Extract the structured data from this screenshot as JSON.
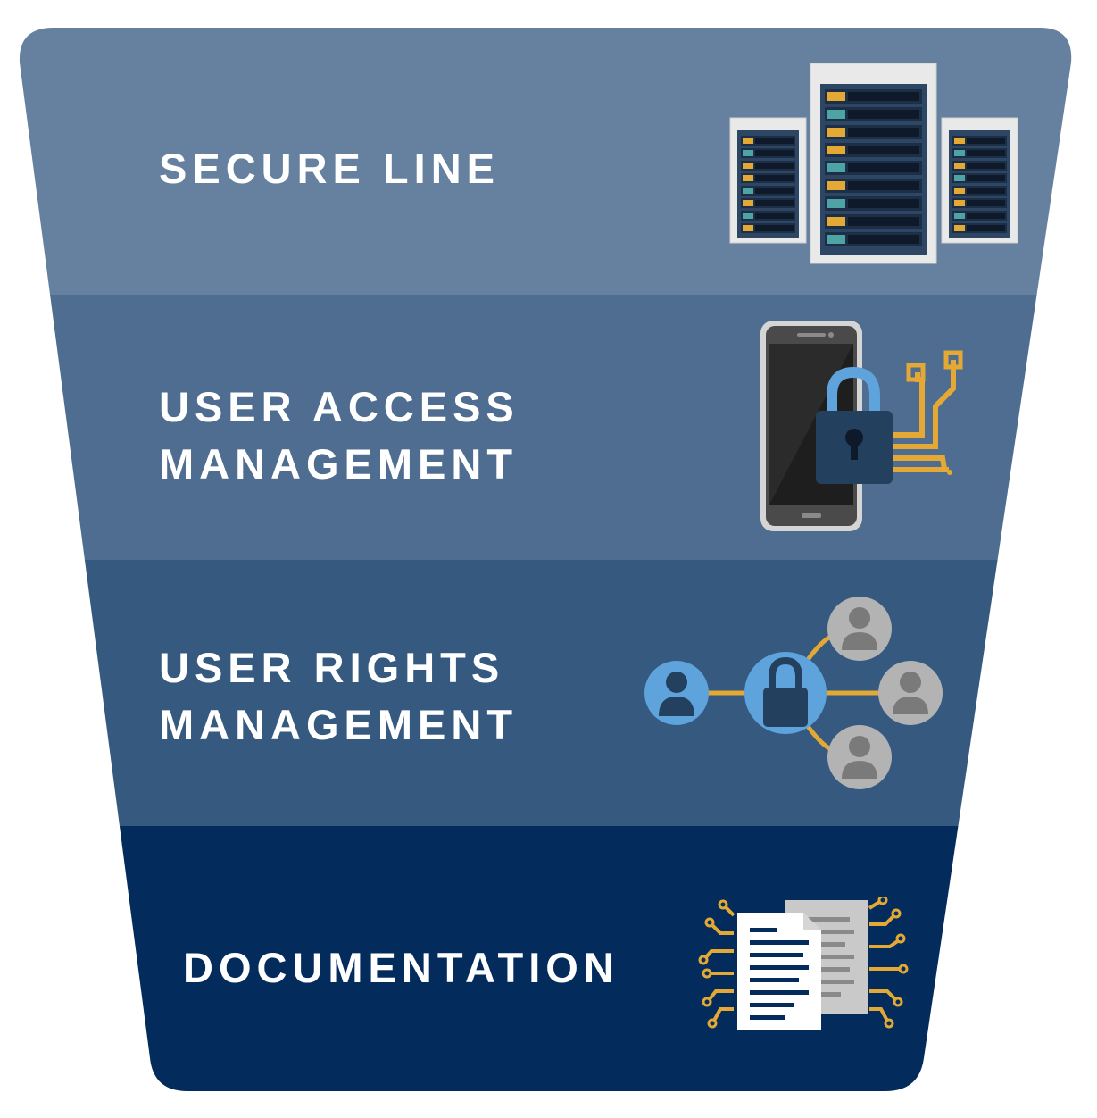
{
  "layers": [
    {
      "label_line1": "SECURE LINE",
      "label_line2": "",
      "icon": "server-racks-icon",
      "color": "#66819f"
    },
    {
      "label_line1": "USER ACCESS",
      "label_line2": "MANAGEMENT",
      "icon": "phone-lock-icon",
      "color": "#4e6d90"
    },
    {
      "label_line1": "USER RIGHTS",
      "label_line2": "MANAGEMENT",
      "icon": "user-network-lock-icon",
      "color": "#365980"
    },
    {
      "label_line1": "DOCUMENTATION",
      "label_line2": "",
      "icon": "documents-circuit-icon",
      "color": "#032c5c"
    }
  ],
  "colors": {
    "text": "#ffffff",
    "accent_gold": "#e3a934",
    "accent_blue": "#5ea3dc",
    "navy": "#24405f",
    "gray": "#b3b3b3"
  }
}
